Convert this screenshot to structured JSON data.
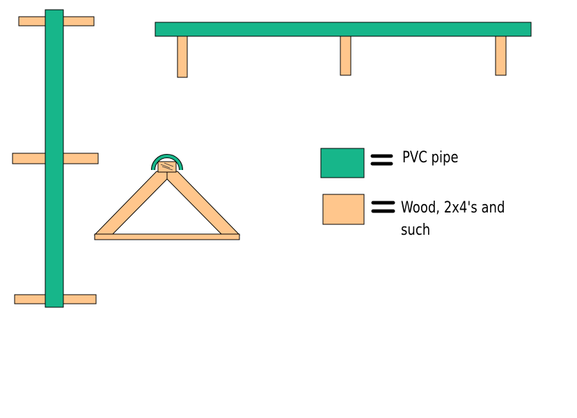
{
  "colors": {
    "pvc": "#17B68A",
    "wood": "#FFC68C",
    "outline": "#000000",
    "background": "#FFFFFF"
  },
  "legend": {
    "items": [
      {
        "swatch": "pvc",
        "symbol": "=",
        "label": "PVC pipe"
      },
      {
        "swatch": "wood",
        "symbol": "=",
        "label_line1": "Wood, 2x4's and",
        "label_line2": "such"
      }
    ]
  },
  "views": {
    "side_vertical": {
      "description": "Vertical PVC pipe with three wooden crossbars",
      "crossbars": 3
    },
    "top_horizontal": {
      "description": "Horizontal PVC pipe with three wooden legs",
      "legs": 3
    },
    "end_view": {
      "description": "Triangular wooden A-frame with PVC pipe arching over a 2x4 at apex"
    }
  }
}
